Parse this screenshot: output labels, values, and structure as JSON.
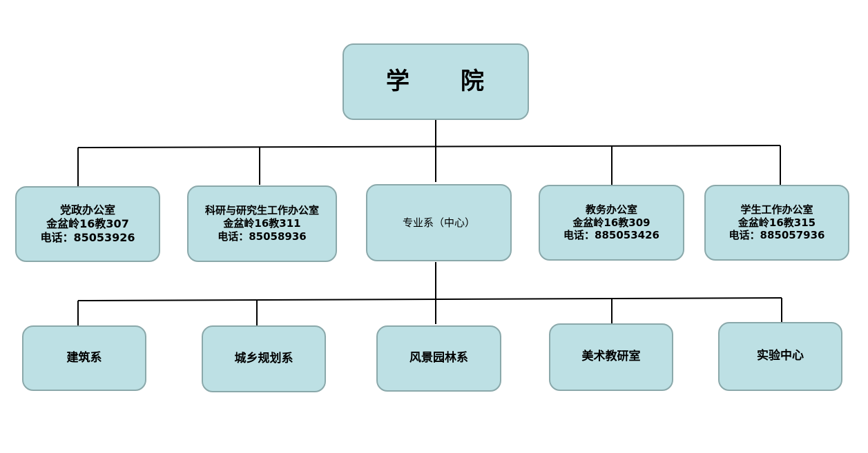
{
  "root": {
    "label": "学　　院"
  },
  "departments": [
    {
      "name": "党政办公室",
      "location": "金盆岭16教307",
      "phone": "电话：85053926"
    },
    {
      "name": "科研与研究生工作办公室",
      "location": "金盆岭16教311",
      "phone": "电话：85058936"
    },
    {
      "name": "专业系（中心）"
    },
    {
      "name": "教务办公室",
      "location": "金盆岭16教309",
      "phone": "电话：885053426"
    },
    {
      "name": "学生工作办公室",
      "location": "金盆岭16教315",
      "phone": "电话：885057936"
    }
  ],
  "units": [
    {
      "name": "建筑系"
    },
    {
      "name": "城乡规划系"
    },
    {
      "name": "风景园林系"
    },
    {
      "name": "美术教研室"
    },
    {
      "name": "实验中心"
    }
  ],
  "colors": {
    "box_fill": "#bde0e4",
    "box_border": "#8aa8aa",
    "line": "#000000"
  }
}
